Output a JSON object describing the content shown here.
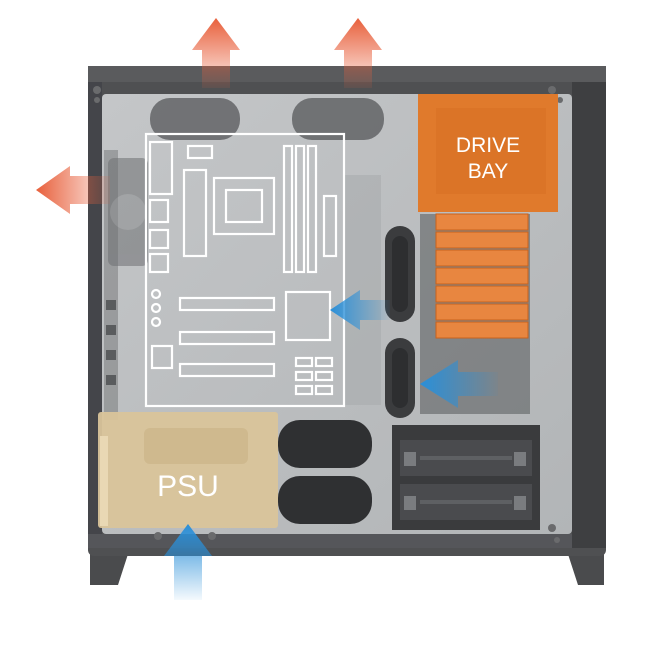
{
  "labels": {
    "drive_bay_line1": "DRIVE",
    "drive_bay_line2": "BAY",
    "psu": "PSU"
  },
  "colors": {
    "case_frame": "#4a4b4d",
    "case_interior": "#c9cbcc",
    "case_glass": "#b8bbbd",
    "motherboard_outline": "#ffffff",
    "drive_bay": "#e07a2c",
    "psu": "#d9c49a",
    "exhaust_arrow": "#e8603c",
    "intake_arrow": "#2a8fd8"
  },
  "icons": {
    "exhaust": "arrow-up-icon",
    "rear_exhaust": "arrow-left-icon",
    "intake": "arrow-left-icon",
    "bottom_intake": "arrow-up-icon"
  }
}
